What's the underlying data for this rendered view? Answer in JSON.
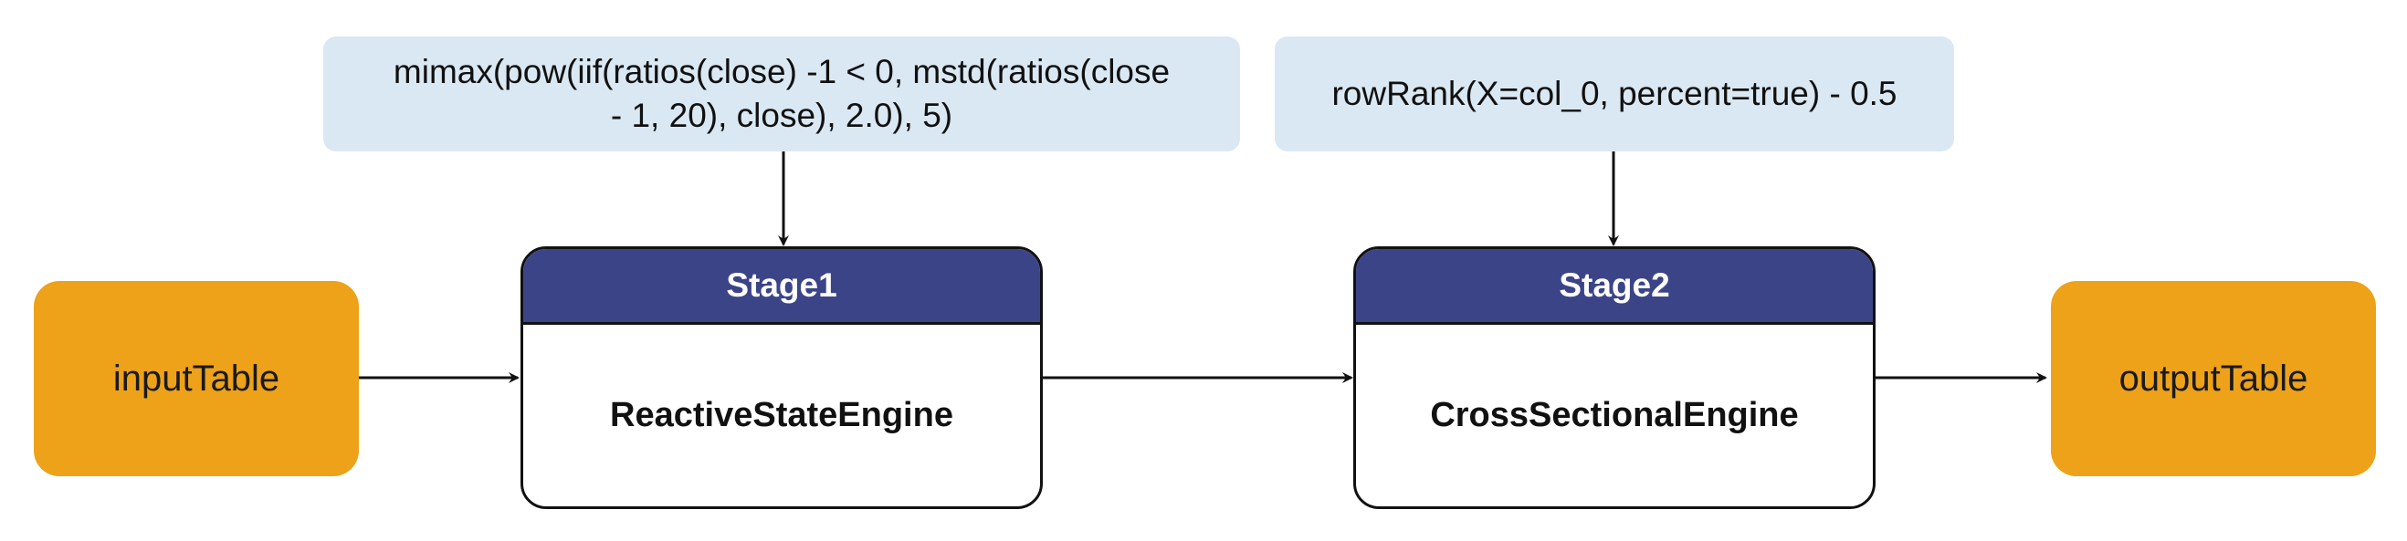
{
  "nodes": {
    "input_table": "inputTable",
    "output_table": "outputTable"
  },
  "stages": [
    {
      "title": "Stage1",
      "engine": "ReactiveStateEngine",
      "formula_line1": "mimax(pow(iif(ratios(close) -1 < 0, mstd(ratios(close",
      "formula_line2": "- 1, 20), close), 2.0), 5)"
    },
    {
      "title": "Stage2",
      "engine": "CrossSectionalEngine",
      "formula_line1": "rowRank(X=col_0, percent=true) - 0.5",
      "formula_line2": ""
    }
  ],
  "colors": {
    "table_node": "#EDA21A",
    "formula_box": "#DAE8F3",
    "stage_header": "#3C4488",
    "stage_header_text": "#FFFFFF",
    "stroke": "#111111"
  }
}
